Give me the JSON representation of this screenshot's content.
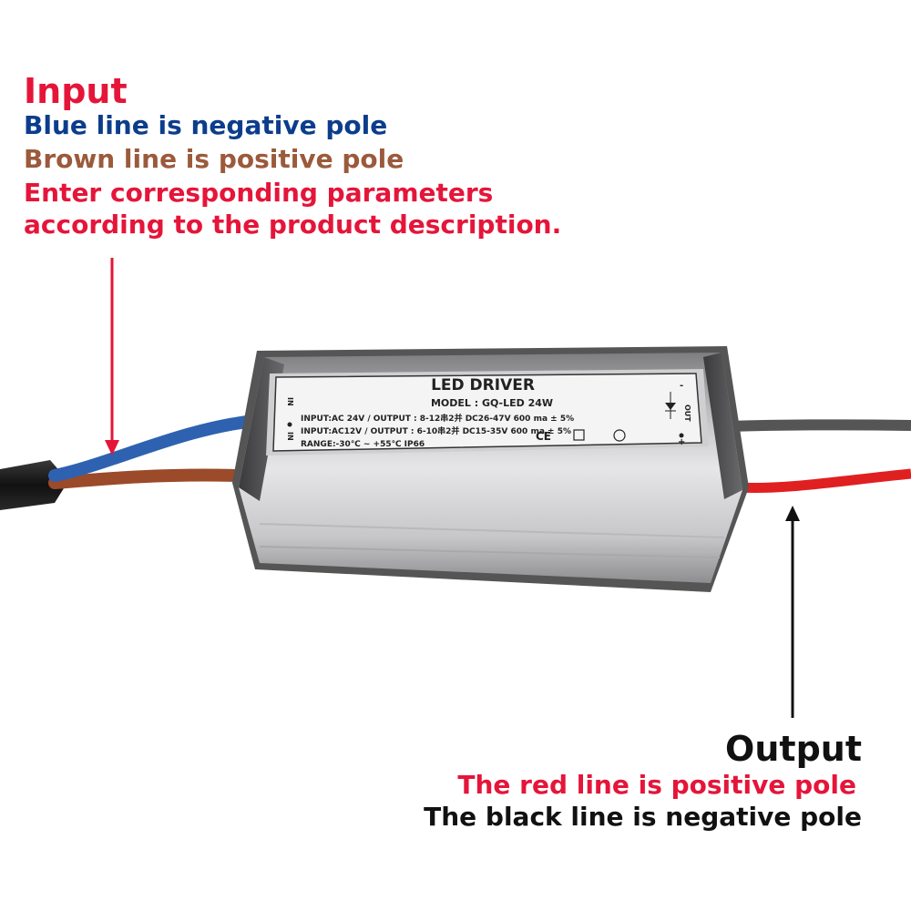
{
  "colors": {
    "red": "#e5153a",
    "blue": "#0c3d8c",
    "brown": "#9b5a3b",
    "black": "#111111"
  },
  "input_note": {
    "title": "Input",
    "line1": "Blue line is negative pole",
    "line2": "Brown line is positive pole",
    "line3": "Enter corresponding parameters",
    "line4": "according to the product description."
  },
  "output_note": {
    "title": "Output",
    "line1": "The red line is positive pole",
    "line2": "The black line is negative pole"
  },
  "driver_label": {
    "title": "LED DRIVER",
    "model": "MODEL : GQ-LED 24W",
    "spec1": "INPUT:AC 24V / OUTPUT : 8-12串2并 DC26-47V 600 ma ± 5%",
    "spec2": "INPUT:AC12V / OUTPUT : 6-10串2并 DC15-35V 600 ma ± 5%",
    "range": "RANGE:-30℃ ~ +55℃ IP66",
    "in_top": "IN",
    "in_bottom": "IN",
    "out_label": "OUT",
    "minus": "-",
    "plus": "+",
    "ce": "CE"
  }
}
